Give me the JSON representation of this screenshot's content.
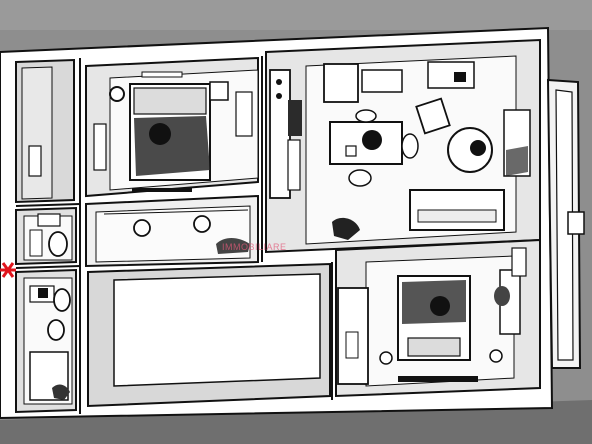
{
  "image": {
    "kind": "3D isometric apartment floor plan render, black and white line art",
    "background_color": "#8e8e8e",
    "watermark_text": "IMMOBILIARE",
    "watermark_color": "#e35a7a",
    "entrance_marker_color": "#e0141c"
  },
  "rooms": [
    {
      "name": "closet-left"
    },
    {
      "name": "bedroom-1"
    },
    {
      "name": "hallway"
    },
    {
      "name": "kitchen-living-room"
    },
    {
      "name": "bedroom-2"
    },
    {
      "name": "bathroom-1"
    },
    {
      "name": "bathroom-2"
    },
    {
      "name": "empty-room"
    },
    {
      "name": "balcony"
    }
  ]
}
